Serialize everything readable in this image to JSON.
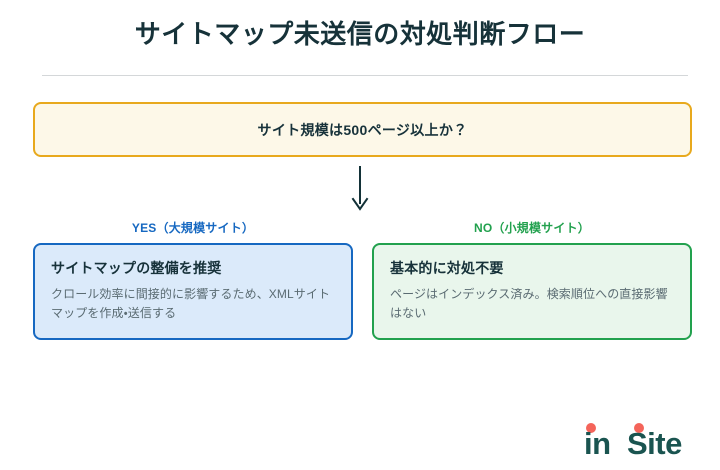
{
  "header": {
    "title": "サイトマップ未送信の対処判断フロー"
  },
  "flow": {
    "decision": {
      "question": "サイト規模は500ページ以上か？"
    },
    "arrow_icon": "arrow-down-icon",
    "branches": [
      {
        "label": "YES（大規模サイト）",
        "color": "#1668c1",
        "outcome_heading": "サイトマップの整備を推奨",
        "outcome_body": "クロール効率に間接的に影響するため、XMLサイトマップを作成・送信する"
      },
      {
        "label": "NO（小規模サイト）",
        "color": "#22a14e",
        "outcome_heading": "基本的に対処不要",
        "outcome_body": "ページはインデックス済み。検索順位への直接影響はない"
      }
    ]
  },
  "brand": {
    "name_part1": "in",
    "name_part2": "Site",
    "text_color": "#1a5450",
    "dot_color": "#f4645a"
  },
  "theme": {
    "background": "#ffffff",
    "title_color": "#163239",
    "decision_fill": "#fdf8e8",
    "decision_border": "#e8a91d",
    "card_blue_fill": "#dbeafa",
    "card_blue_border": "#1668c1",
    "card_green_fill": "#e9f6ec",
    "card_green_border": "#22a14e",
    "body_text_color": "#5a6b72",
    "rule_color": "#d4d7d9"
  }
}
